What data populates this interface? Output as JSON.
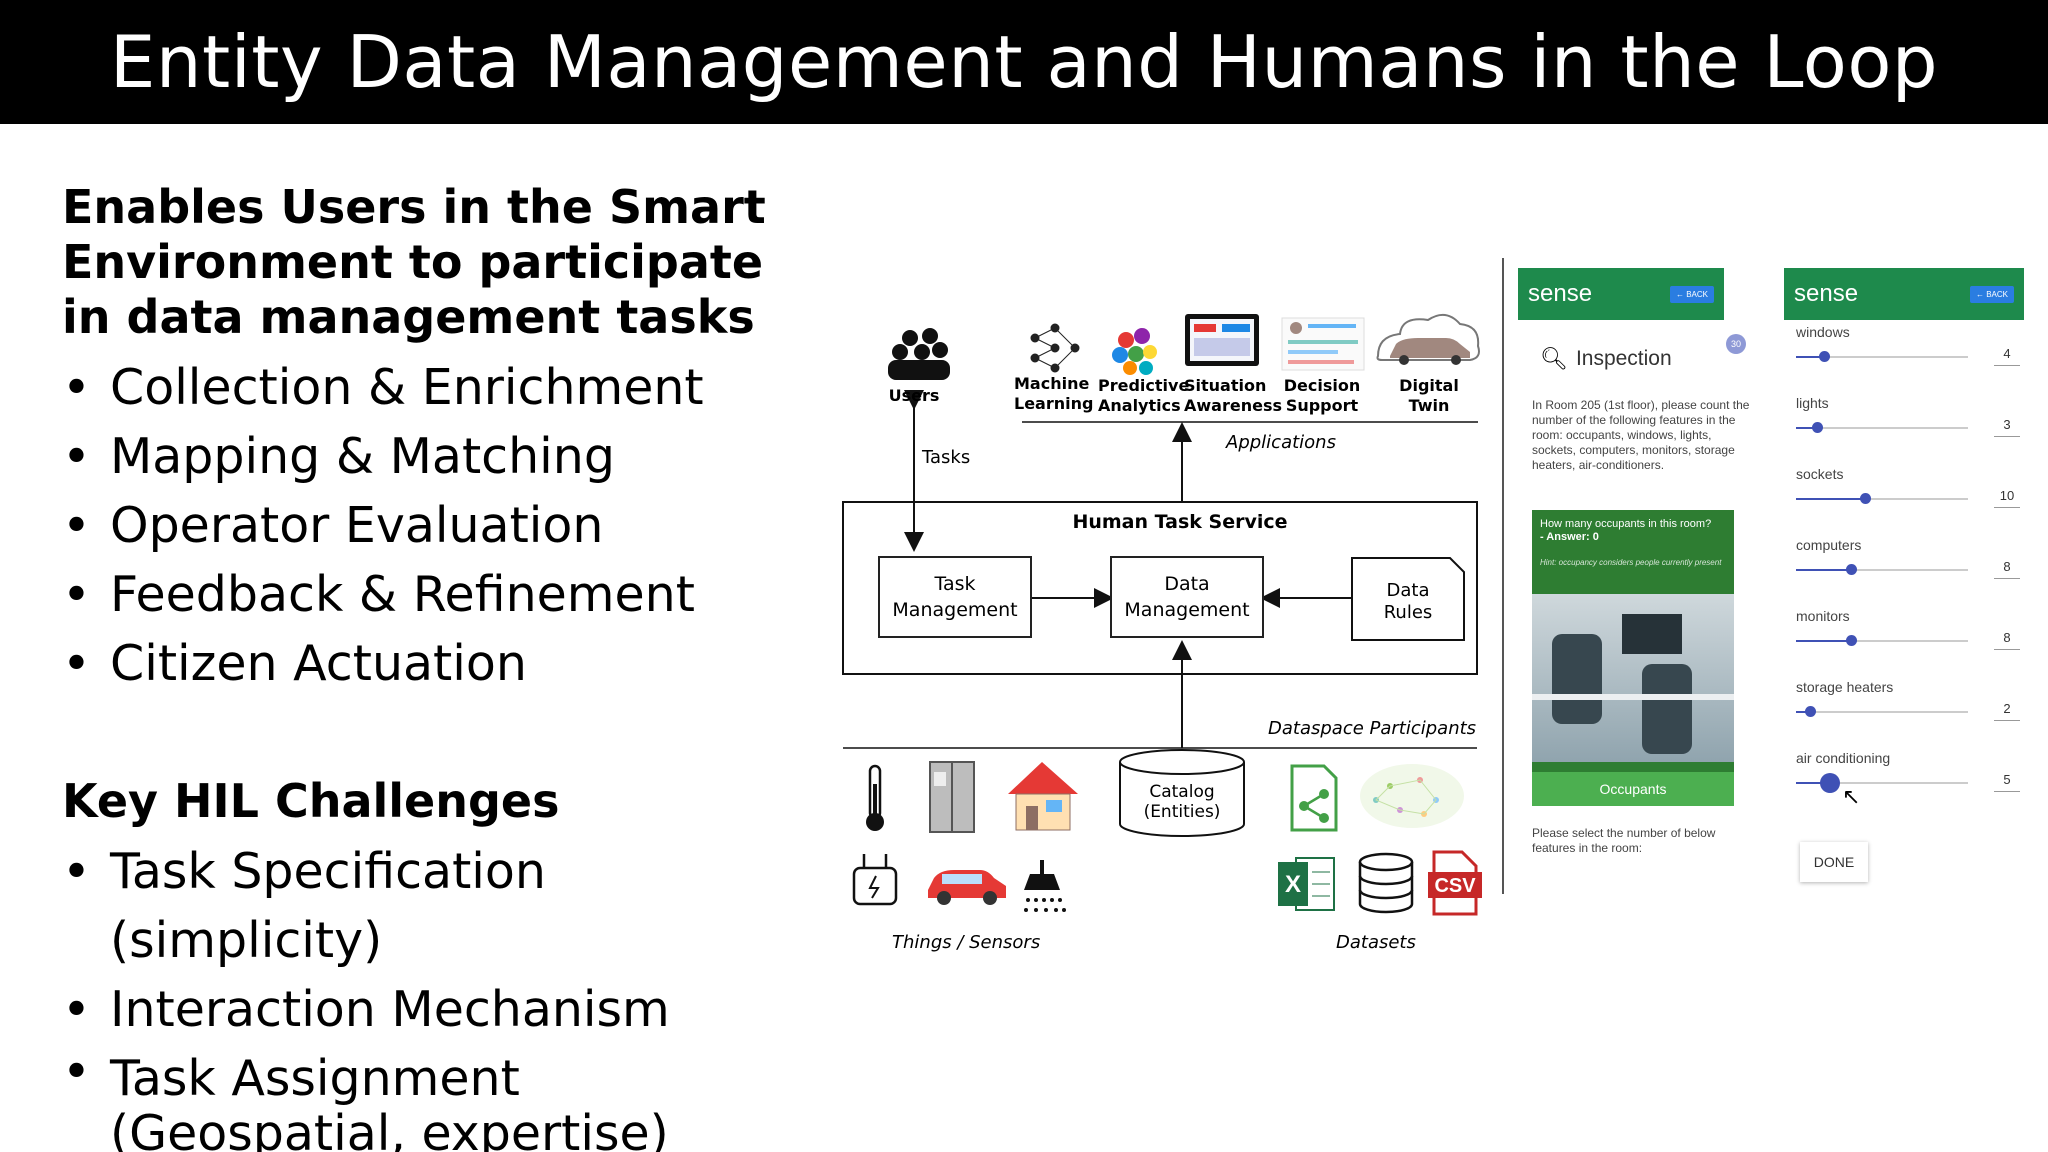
{
  "title": "Entity Data Management and Humans in the Loop",
  "left": {
    "heading1": "Enables Users in the Smart Environment to participate in data management tasks",
    "bullets1": [
      "Collection & Enrichment",
      "Mapping & Matching",
      "Operator Evaluation",
      "Feedback & Refinement",
      "Citizen Actuation"
    ],
    "heading2": "Key HIL Challenges",
    "bullets2": [
      "Task Specification (simplicity)",
      "Interaction Mechanism",
      "Task Assignment (Geospatial, expertise)"
    ]
  },
  "diagram": {
    "users": "Users",
    "tasks": "Tasks",
    "apps": [
      "Machine Learning",
      "Predictive Analytics",
      "Situation Awareness",
      "Decision Support",
      "Digital Twin"
    ],
    "applications": "Applications",
    "hts": "Human Task Service",
    "task_mgmt": "Task Management",
    "data_mgmt": "Data Management",
    "data_rules": "Data Rules",
    "participants": "Dataspace Participants",
    "catalog": "Catalog (Entities)",
    "things": "Things / Sensors",
    "datasets": "Datasets",
    "csv": "CSV",
    "excel": "X"
  },
  "phone1": {
    "brand": "sense",
    "back": "← BACK",
    "heading": "Inspection",
    "badge": "30",
    "instructions": "In Room 205 (1st floor), please count the number of the following features in the room: occupants, windows, lights, sockets, computers, monitors, storage heaters, air-conditioners.",
    "question": "How many occupants in this room?",
    "answer": "- Answer: 0",
    "hint": "Hint: occupancy considers people currently present",
    "occupants": "Occupants",
    "footer": "Please select the number of below features in the room:"
  },
  "phone2": {
    "brand": "sense",
    "back": "← BACK",
    "sliders": [
      {
        "label": "windows",
        "value": "4",
        "level": 0.16
      },
      {
        "label": "lights",
        "value": "3",
        "level": 0.12
      },
      {
        "label": "sockets",
        "value": "10",
        "level": 0.4
      },
      {
        "label": "computers",
        "value": "8",
        "level": 0.32
      },
      {
        "label": "monitors",
        "value": "8",
        "level": 0.32
      },
      {
        "label": "storage heaters",
        "value": "2",
        "level": 0.08
      },
      {
        "label": "air conditioning",
        "value": "5",
        "level": 0.2
      }
    ],
    "done": "DONE"
  }
}
